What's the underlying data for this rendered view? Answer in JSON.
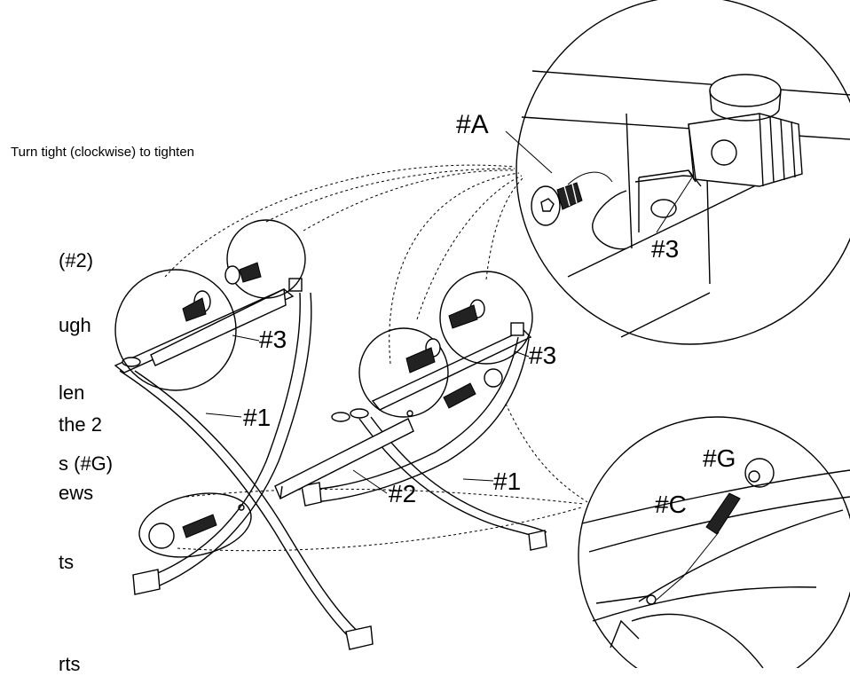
{
  "instruction_note": "Turn tight (clockwise) to tighten",
  "step_fragments": [
    "(#2)",
    "ugh",
    "len",
    "the 2",
    "s (#G)",
    "ews",
    "ts",
    "rts"
  ],
  "part_labels": {
    "a": "#A",
    "three_detail": "#3",
    "three_left": "#3",
    "three_right": "#3",
    "one_left": "#1",
    "one_right": "#1",
    "two": "#2",
    "g": "#G",
    "c": "#C"
  }
}
